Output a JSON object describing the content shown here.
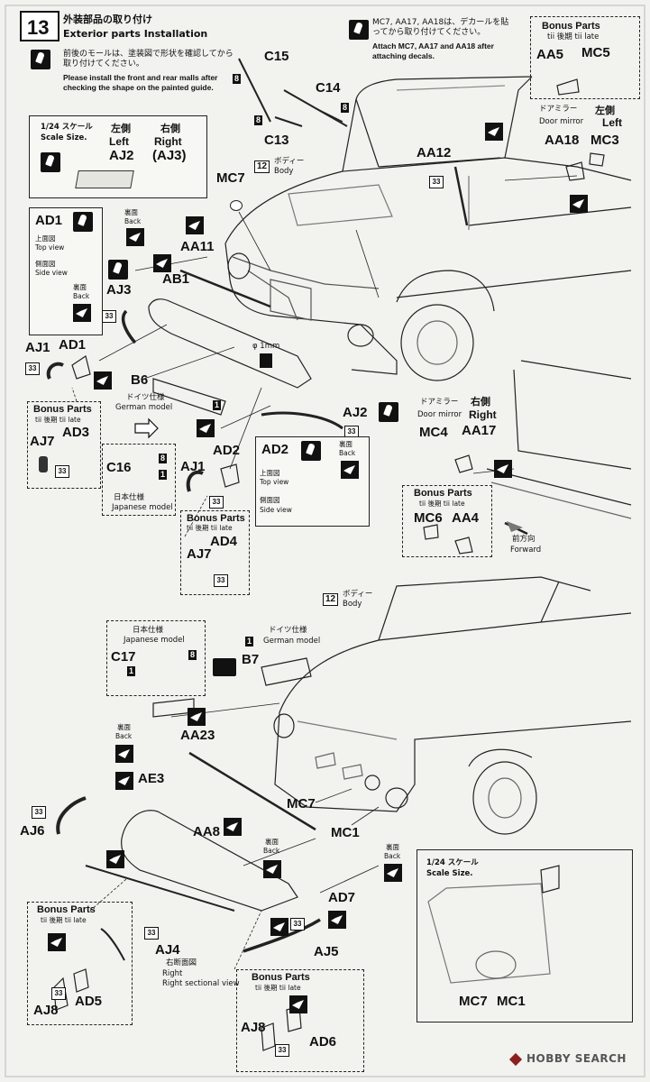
{
  "step": {
    "number": "13",
    "title_jp": "外装部品の取り付け",
    "title_en": "Exterior parts Installation"
  },
  "notes": {
    "moulding_jp": "前後のモールは、塗装図で形状を確認してから取り付けてください。",
    "moulding_en": "Please install the front and rear malls after checking the shape on the painted guide.",
    "decal_jp": "MC7, AA17, AA18は、デカールを貼ってから取り付けてください。",
    "decal_en": "Attach MC7, AA17 and AA18 after attaching decals."
  },
  "labels": {
    "bonus_parts": "Bonus Parts",
    "tii_late": "tii 後期 tii late",
    "scale_jp": "1/24 スケール",
    "scale_en": "Scale Size.",
    "left_jp": "左側",
    "left_en": "Left",
    "right_jp": "右側",
    "right_en": "Right",
    "door_mirror_jp": "ドアミラー",
    "door_mirror_en": "Door mirror",
    "body_jp": "ボディー",
    "body_en": "Body",
    "top_view_jp": "上面図",
    "top_view_en": "Top view",
    "side_view_jp": "側面図",
    "side_view_en": "Side view",
    "back_jp": "裏面",
    "back_en": "Back",
    "german_jp": "ドイツ仕様",
    "german_en": "German model",
    "japanese_jp": "日本仕様",
    "japanese_en": "Japanese model",
    "forward_jp": "前方向",
    "forward_en": "Forward",
    "section_jp": "右断面図",
    "section_en": "Right sectional view",
    "drill": "φ 1mm",
    "watermark": "HOBBY SEARCH"
  },
  "parts": {
    "c15": "C15",
    "c14": "C14",
    "c13": "C13",
    "mc7": "MC7",
    "aa12": "AA12",
    "aa5": "AA5",
    "mc5": "MC5",
    "aa18": "AA18",
    "mc3": "MC3",
    "aj2": "AJ2",
    "aj2p": "(AJ3)",
    "ad1": "AD1",
    "aa11": "AA11",
    "aj3": "AJ3",
    "ab1": "AB1",
    "aj1": "AJ1",
    "b6": "B6",
    "aj7": "AJ7",
    "ad3": "AD3",
    "c16": "C16",
    "ad2": "AD2",
    "ad4": "AD4",
    "mc4": "MC4",
    "aa17": "AA17",
    "mc6": "MC6",
    "aa4": "AA4",
    "c17": "C17",
    "b7": "B7",
    "aa23": "AA23",
    "ae3": "AE3",
    "aj6": "AJ6",
    "aa8": "AA8",
    "mc1": "MC1",
    "ad7": "AD7",
    "ad5": "AD5",
    "aj8": "AJ8",
    "aj4": "AJ4",
    "aj5": "AJ5",
    "ad6": "AD6"
  },
  "codes": {
    "n12": "12",
    "n8": "8",
    "n1": "1",
    "n33": "33"
  }
}
